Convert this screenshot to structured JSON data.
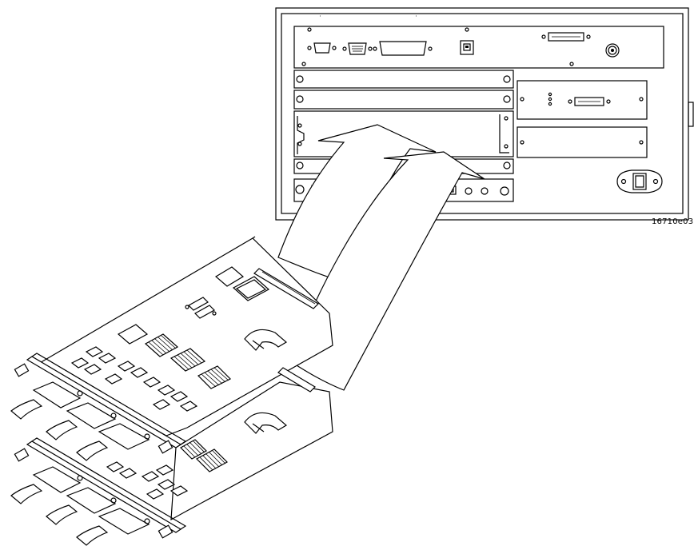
{
  "figure": {
    "label": "16710e03",
    "colors": {
      "line": "#000000",
      "background": "#ffffff"
    }
  },
  "icons": {
    "chassis": "instrument-rear-panel",
    "cards": "logic-analyzer-module-cards",
    "arrows": "insertion-arrows",
    "power": "power-inlet-icon"
  }
}
